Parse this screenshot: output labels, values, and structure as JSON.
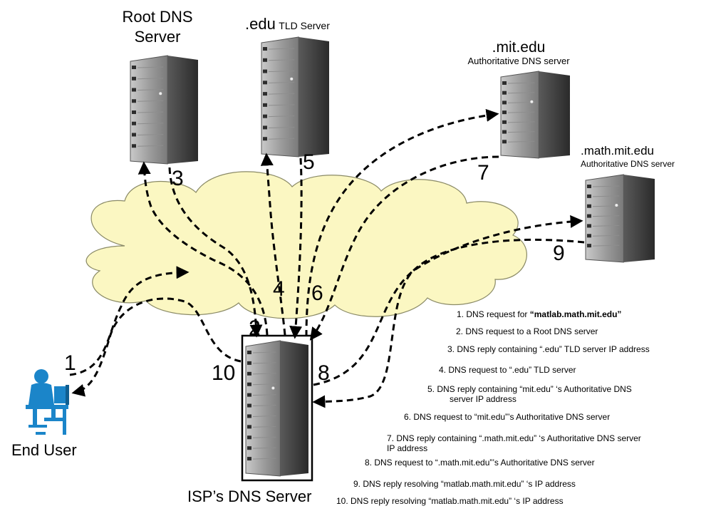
{
  "servers": {
    "root": {
      "line1": "Root DNS",
      "line2": "Server"
    },
    "edu": {
      "name": ".edu",
      "sub": "TLD Server"
    },
    "mit": {
      "name": ".mit.edu",
      "sub": "Authoritative DNS server"
    },
    "math": {
      "name": ".math.mit.edu",
      "sub": "Authoritative DNS server"
    },
    "isp": {
      "name": "ISP’s DNS Server"
    }
  },
  "end_user": {
    "label": "End User"
  },
  "arrow_numbers": [
    "1",
    "2",
    "3",
    "4",
    "5",
    "6",
    "7",
    "8",
    "9",
    "10"
  ],
  "steps": [
    {
      "prefix": "1. DNS request  for  ",
      "strong": "“matlab.math.mit.edu”"
    },
    {
      "text": "2. DNS request  to a Root DNS server"
    },
    {
      "text": "3. DNS reply  containing   “.edu” TLD server  IP address"
    },
    {
      "text": "4. DNS request  to  “.edu” TLD server"
    },
    {
      "line1": "5. DNS reply  containing  “mit.edu” ‘s  Authoritative  DNS",
      "line2": "server  IP address"
    },
    {
      "text": "6. DNS request  to “mit.edu”’s Authoritative DNS server"
    },
    {
      "line1": "7. DNS reply  containing  “.math.mit.edu” ‘s  Authoritative  DNS server",
      "line2": "IP address"
    },
    {
      "text": "8. DNS request  to “.math.mit.edu”’s Authoritative DNS server"
    },
    {
      "text": "9. DNS reply  resolving  “matlab.math.mit.edu” ‘s  IP address"
    },
    {
      "text": "10. DNS reply  resolving  “matlab.math.mit.edu” ‘s  IP address"
    }
  ],
  "colors": {
    "cloud_fill": "#fbf7c2",
    "cloud_stroke": "#8a8a66",
    "server_dark": "#3b3b3b",
    "server_light": "#a8a8a8",
    "user_blue": "#1b85c9"
  }
}
